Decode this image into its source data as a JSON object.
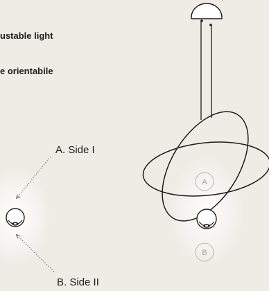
{
  "heading": {
    "line1": "ustable light",
    "line2": "e orientabile"
  },
  "labels": {
    "side_one": "A. Side I",
    "side_two": "B. Side II"
  },
  "badges": {
    "a": "A",
    "b": "B"
  }
}
